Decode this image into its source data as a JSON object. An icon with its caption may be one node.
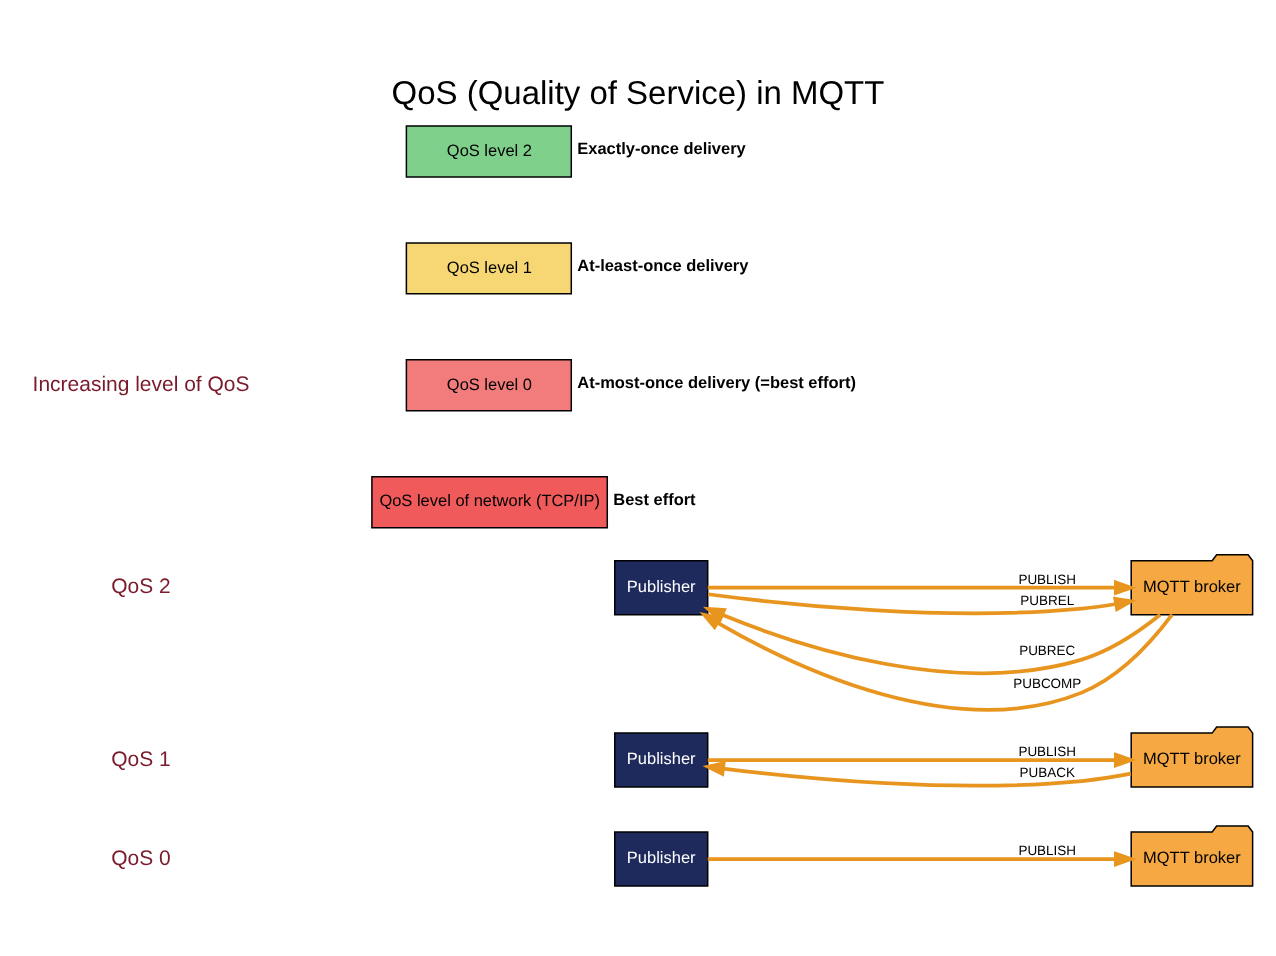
{
  "diagram": {
    "title": "QoS (Quality of Service) in MQTT",
    "nodes": [
      {
        "text": [
          "Publisher"
        ]
      },
      {
        "text": [
          "MQTT broker"
        ]
      },
      {
        "text": [
          "Publisher"
        ]
      },
      {
        "text": [
          "MQTT broker"
        ]
      },
      {
        "text": [
          "Publisher"
        ]
      },
      {
        "text": [
          "MQTT broker"
        ]
      },
      {
        "text": [
          "QoS level 2"
        ],
        "beside": [
          "Exactly-once delivery"
        ]
      },
      {
        "text": [
          "QoS level 1"
        ],
        "beside": [
          "At-least-once delivery"
        ]
      },
      {
        "text": [
          "QoS level 0"
        ],
        "beside": [
          "At-most-once delivery (=best effort)"
        ]
      },
      {
        "text": [
          "QoS level of network (TCP/IP)"
        ],
        "beside": [
          "Best effort"
        ]
      }
    ],
    "edges": [
      {
        "from": 0,
        "to": 1,
        "arrow": "to",
        "label": "PUBLISH"
      },
      {
        "from": 2,
        "to": 3,
        "arrow": "to",
        "label": "PUBLISH"
      },
      {
        "from": 3,
        "to": 2,
        "arrow": "to",
        "label": "PUBACK"
      },
      {
        "from": 4,
        "to": 5,
        "arrow": "to",
        "label": "PUBLISH"
      },
      {
        "from": 5,
        "to": 4,
        "arrow": "to",
        "label": "PUBREC"
      },
      {
        "from": 4,
        "to": 5,
        "arrow": "to",
        "label": "PUBREL"
      },
      {
        "from": 5,
        "to": 4,
        "arrow": "to",
        "label": "PUBCOMP"
      }
    ],
    "labels": [
      "QoS 0",
      "QoS 1",
      "QoS 2",
      "Increasing level of QoS"
    ]
  }
}
